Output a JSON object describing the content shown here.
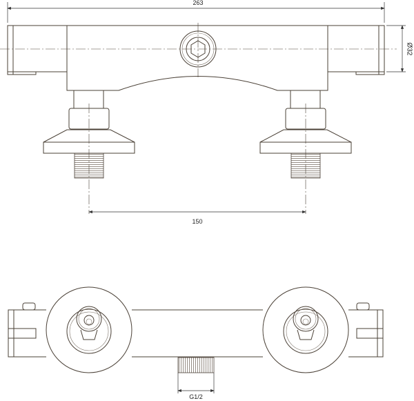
{
  "dimensions": {
    "overall_width": "263",
    "connection_spacing": "150",
    "body_diameter": "Ø32",
    "thread_size": "G1/2"
  },
  "colors": {
    "line": "#4a4036",
    "dimension": "#333333"
  }
}
